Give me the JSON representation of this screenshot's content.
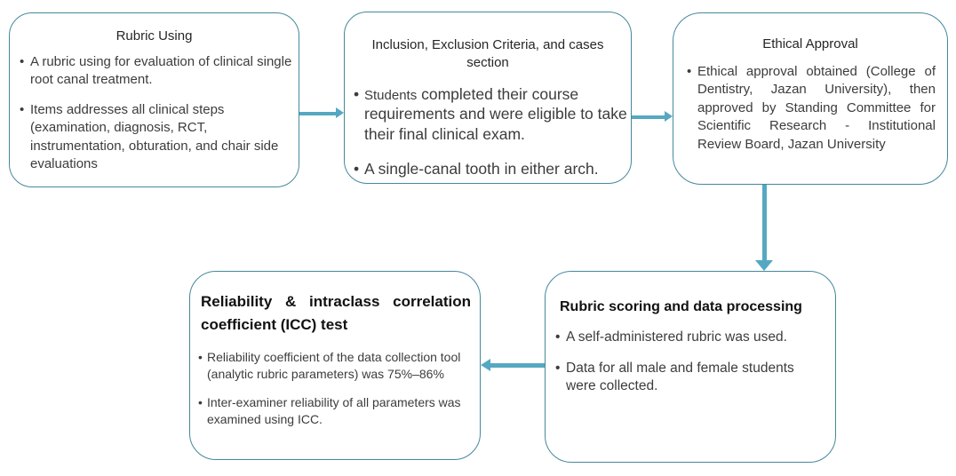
{
  "diagram": {
    "bullet_char": "•",
    "colors": {
      "box_border": "#45889C",
      "arrow": "#55A8C1",
      "title_text": "#262626",
      "body_text": "#3C3C3C"
    },
    "boxes": [
      {
        "name": "rubric-using",
        "title": "Rubric Using",
        "bullets": [
          {
            "text": "A rubric using for evaluation of clinical single root canal treatment."
          },
          {
            "text": "Items addresses all clinical steps (examination, diagnosis, RCT, instrumentation, obturation, and chair side evaluations"
          }
        ]
      },
      {
        "name": "inclusion-exclusion-criteria",
        "title": "Inclusion, Exclusion Criteria, and cases section",
        "bullets": [
          {
            "lead": "Students",
            "rest": "completed their course requirements and were eligible to take their final clinical exam."
          },
          {
            "text": "A single-canal tooth in either arch."
          }
        ]
      },
      {
        "name": "ethical-approval",
        "title": "Ethical Approval",
        "bullets": [
          {
            "text": "Ethical approval obtained (College of Dentistry, Jazan University), then approved by Standing Committee for Scientific Research - Institutional Review Board, Jazan University"
          }
        ]
      },
      {
        "name": "rubric-scoring-data-processing",
        "title": "Rubric scoring and data processing",
        "bullets": [
          {
            "text": "A self-administered rubric was used."
          },
          {
            "text": "Data for all male and female students were collected."
          }
        ]
      },
      {
        "name": "reliability-icc-test",
        "title": "Reliability & intraclass correlation coefficient (ICC) test",
        "bullets": [
          {
            "text": "Reliability coefficient of the data collection tool (analytic rubric parameters) was 75%–86%"
          },
          {
            "text": "Inter-examiner reliability of all parameters was examined using ICC."
          }
        ]
      }
    ]
  }
}
